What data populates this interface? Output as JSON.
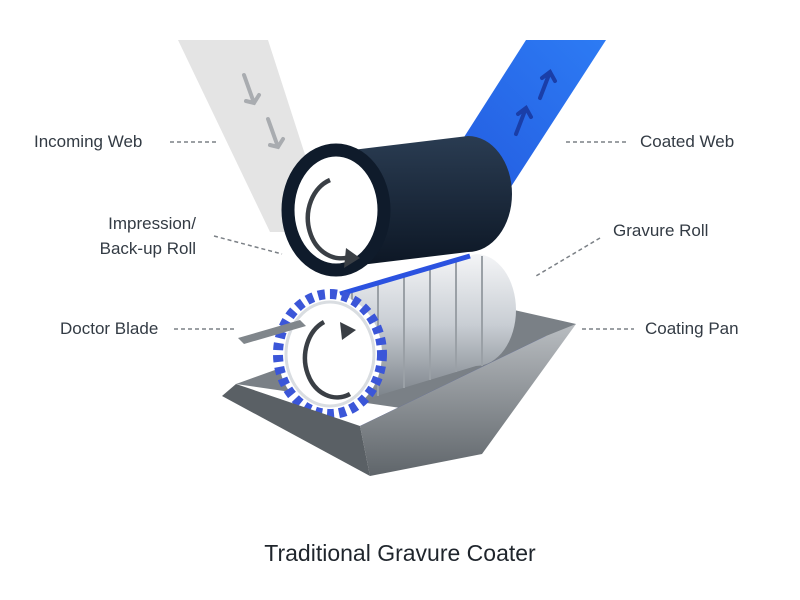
{
  "labels": {
    "incoming_web": "Incoming Web",
    "coated_web": "Coated Web",
    "impression_roll_line1": "Impression/",
    "impression_roll_line2": "Back-up Roll",
    "gravure_roll": "Gravure Roll",
    "doctor_blade": "Doctor Blade",
    "coating_pan": "Coating Pan"
  },
  "caption": "Traditional Gravure Coater",
  "colors": {
    "web_incoming": "#e4e4e4",
    "web_coated": "#1f6ef0",
    "impression_roll": "#142436",
    "gravure_roll": "#cfd3d8",
    "coating": "#1e34b8",
    "pan": "#8e9499",
    "text": "#333b44"
  }
}
